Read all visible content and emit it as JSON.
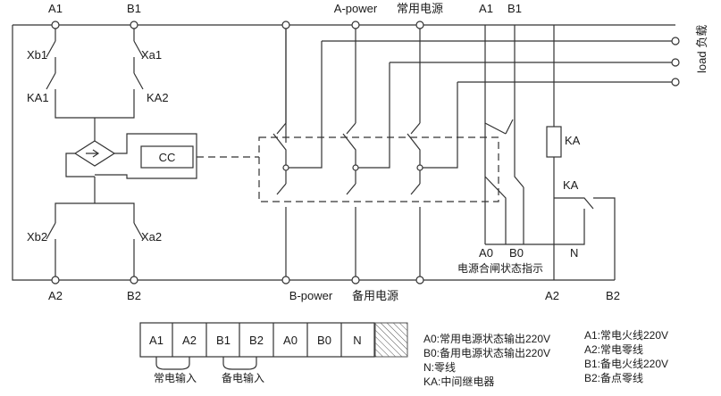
{
  "top_labels": {
    "a1_left": "A1",
    "b1_left": "B1",
    "a_power": "A-power",
    "normal_power": "常用电源",
    "a1_right": "A1",
    "b1_right": "B1"
  },
  "load_label": "load 负载",
  "contacts": {
    "xb1": "Xb1",
    "xa1": "Xa1",
    "ka1": "KA1",
    "ka2": "KA2",
    "xb2": "Xb2",
    "xa2": "Xa2"
  },
  "cc_label": "CC",
  "ka_coil": "KA",
  "ka_contact": "KA",
  "a0_label": "A0",
  "b0_label": "B0",
  "n_label": "N",
  "status_caption": "电源合闸状态指示",
  "bottom_labels": {
    "a2_left": "A2",
    "b2_left": "B2",
    "b_power": "B-power",
    "backup_power": "备用电源",
    "a2_right": "A2",
    "b2_right": "B2"
  },
  "terminals": [
    "A1",
    "A2",
    "B1",
    "B2",
    "A0",
    "B0",
    "N"
  ],
  "brace_main": "常电输入",
  "brace_backup": "备电输入",
  "legend_left": [
    "A0:常用电源状态输出220V",
    "B0:备用电源状态输出220V",
    "N:零线",
    "KA:中间继电器"
  ],
  "legend_right": [
    "A1:常电火线220V",
    "A2:常电零线",
    "B1:备电火线220V",
    "B2:备点零线"
  ]
}
